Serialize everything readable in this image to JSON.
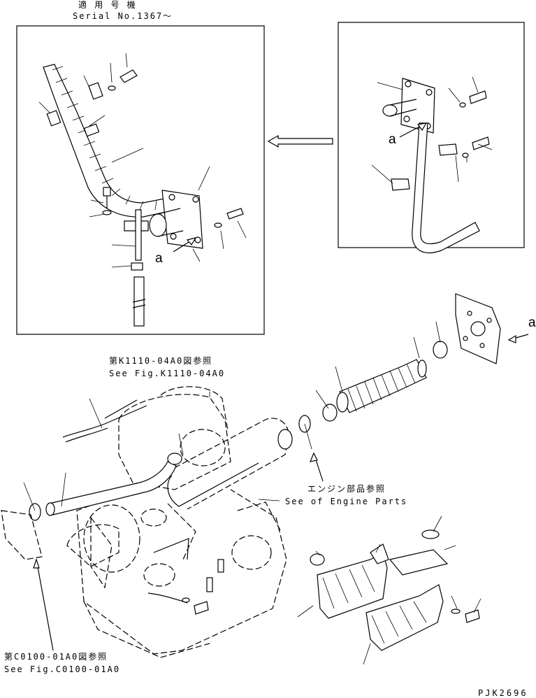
{
  "applicability": {
    "title_jp": "適 用 号 機",
    "serial": "Serial No.1367～"
  },
  "detail_marker": "a",
  "references": {
    "fig_k1110_jp": "第K1110-04A0図参照",
    "fig_k1110_en": "See Fig.K1110-04A0",
    "engine_jp": "エンジン部品参照",
    "engine_en": "See of Engine Parts",
    "fig_c0100_jp": "第C0100-01A0図参照",
    "fig_c0100_en": "See Fig.C0100-01A0"
  },
  "drawing_code": "PJK2696"
}
